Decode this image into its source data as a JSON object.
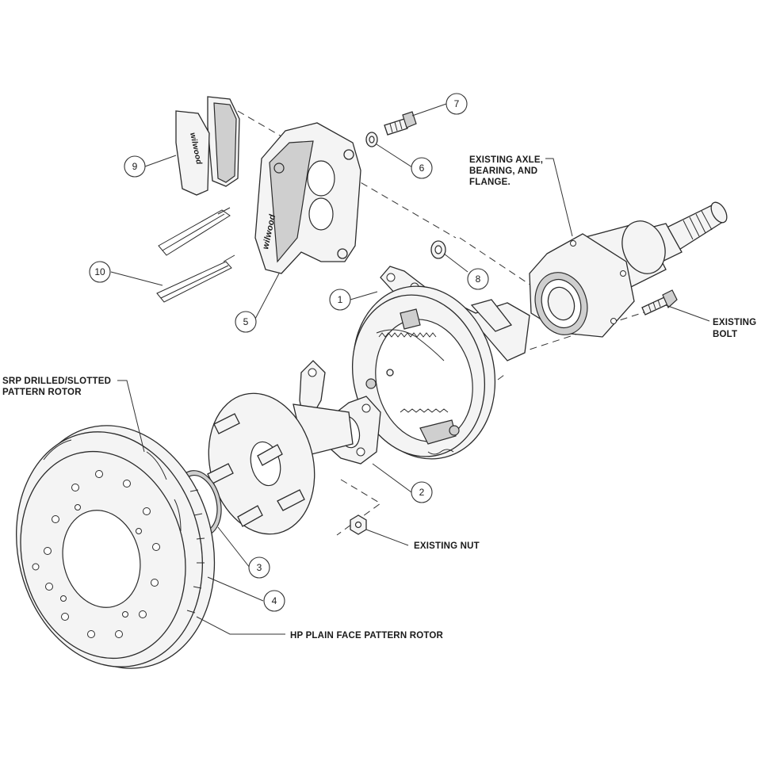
{
  "callouts": [
    {
      "num": "1"
    },
    {
      "num": "2"
    },
    {
      "num": "3"
    },
    {
      "num": "4"
    },
    {
      "num": "5"
    },
    {
      "num": "6"
    },
    {
      "num": "7"
    },
    {
      "num": "8"
    },
    {
      "num": "9"
    },
    {
      "num": "10"
    }
  ],
  "labels": {
    "axle_line1": "EXISTING AXLE,",
    "axle_line2": "BEARING, AND",
    "axle_line3": "FLANGE.",
    "bolt_line1": "EXISTING",
    "bolt_line2": "BOLT",
    "srp_line1": "SRP DRILLED/SLOTTED",
    "srp_line2": "PATTERN ROTOR",
    "nut": "EXISTING NUT",
    "hp": "HP PLAIN FACE PATTERN ROTOR"
  },
  "brand": "wilwood"
}
